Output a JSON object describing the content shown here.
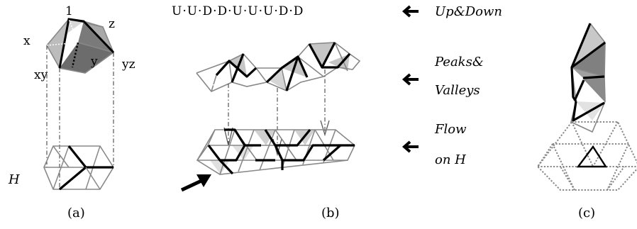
{
  "panel_a": {
    "labels": {
      "one": "1",
      "x": "x",
      "z": "z",
      "y": "y",
      "xy": "xy",
      "yz": "yz",
      "h": "H"
    },
    "caption": "(a)"
  },
  "panel_b": {
    "sequence": "U·U·D·D·U·U·U·D·D",
    "caption": "(b)"
  },
  "panel_c": {
    "caption": "(c)"
  },
  "legend": {
    "up_down": "Up&Down",
    "peaks_line1": "Peaks&",
    "peaks_line2": "Valleys",
    "flow_line1": "Flow",
    "flow_line2": "on H"
  },
  "colors": {
    "light_face": "#c8c8c8",
    "dark_face": "#808080",
    "thin_line": "#888888",
    "thick_line": "#000000"
  }
}
